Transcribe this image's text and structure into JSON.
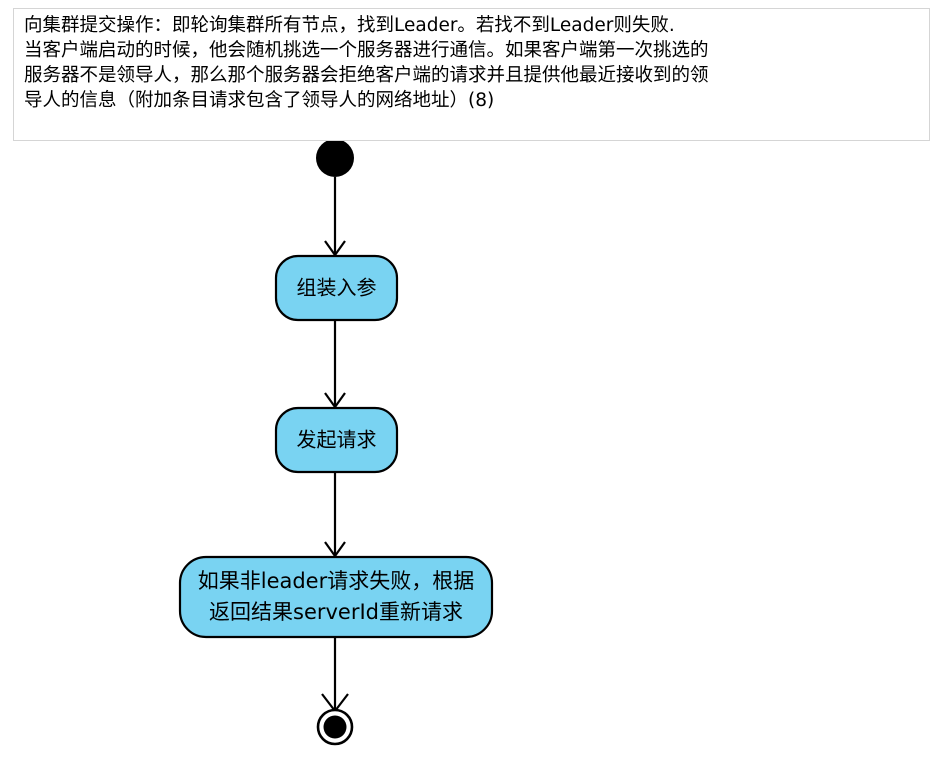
{
  "note": {
    "name": "description-note",
    "lines": [
      "向集群提交操作：即轮询集群所有节点，找到Leader。若找不到Leader则失败.",
      "当客户端启动的时候，他会随机挑选一个服务器进行通信。如果客户端第一次挑选的",
      "服务器不是领导人，那么那个服务器会拒绝客户端的请求并且提供他最近接收到的领",
      "导人的信息（附加条目请求包含了领导人的网络地址）(8)"
    ],
    "border_color": "#d5d5d5",
    "background_color": "#ffffff",
    "text_color": "#000000"
  },
  "diagram": {
    "type": "uml-activity-diagram",
    "node_fill_color": "#79D3F2",
    "node_stroke_color": "#000000",
    "line_color": "#000000",
    "start_node": {
      "label": "start",
      "shape": "filled-circle"
    },
    "end_node": {
      "label": "end",
      "shape": "bullseye-circle"
    },
    "activities": [
      {
        "id": "activity-1",
        "lines": [
          "组装入参"
        ]
      },
      {
        "id": "activity-2",
        "lines": [
          "发起请求"
        ]
      },
      {
        "id": "activity-3",
        "lines": [
          "如果非leader请求失败，根据",
          "返回结果serverId重新请求"
        ]
      }
    ],
    "flow_order": [
      "start",
      "组装入参",
      "发起请求",
      "如果非leader请求失败，根据返回结果serverId重新请求",
      "end"
    ]
  }
}
